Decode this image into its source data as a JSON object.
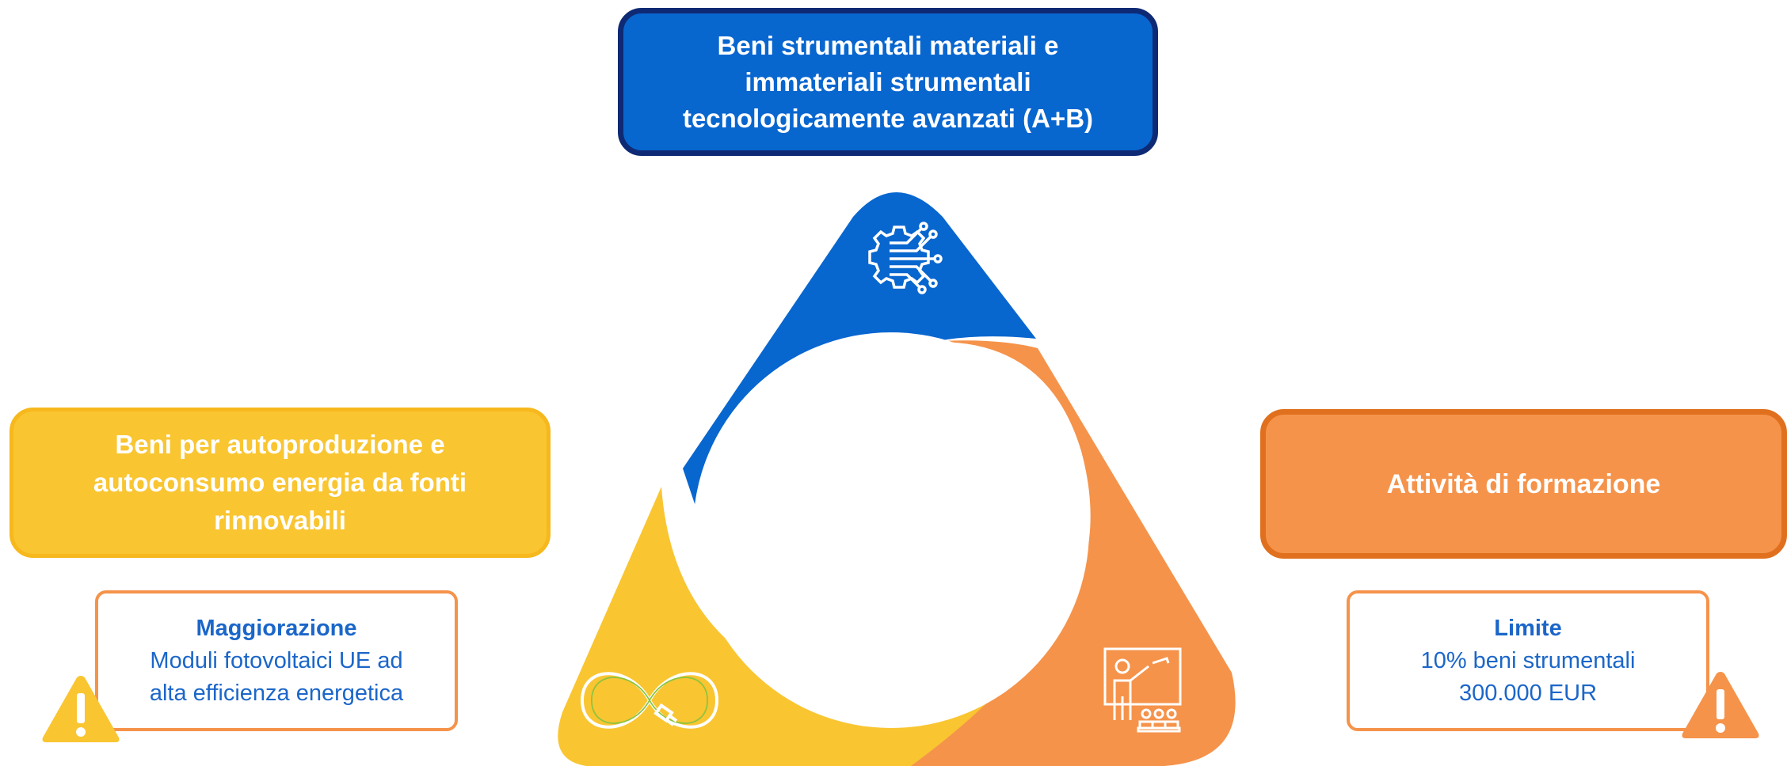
{
  "top_box": {
    "lines": [
      "Beni strumentali materiali e",
      "immateriali strumentali",
      "tecnologicamente avanzati (A+B)"
    ]
  },
  "left_box": {
    "lines": [
      "Beni per autoproduzione e",
      "autoconsumo energia da fonti",
      "rinnovabili"
    ]
  },
  "right_box": {
    "lines": [
      "Attività di formazione"
    ]
  },
  "note_left": {
    "title": "Maggiorazione",
    "lines": [
      "Moduli fotovoltaici UE ad",
      "alta efficienza energetica"
    ]
  },
  "note_right": {
    "title": "Limite",
    "lines": [
      "10% beni strumentali",
      "300.000 EUR"
    ]
  },
  "colors": {
    "blue": "#0866cf",
    "dark_blue": "#0f2a74",
    "yellow": "#f9c531",
    "orange": "#f5934b",
    "dark_orange": "#e0701e"
  },
  "icons": {
    "top": "gear-circuit-icon",
    "bottom_left": "infinity-plug-icon",
    "bottom_right": "presentation-teacher-icon",
    "warning": "warning-icon"
  }
}
